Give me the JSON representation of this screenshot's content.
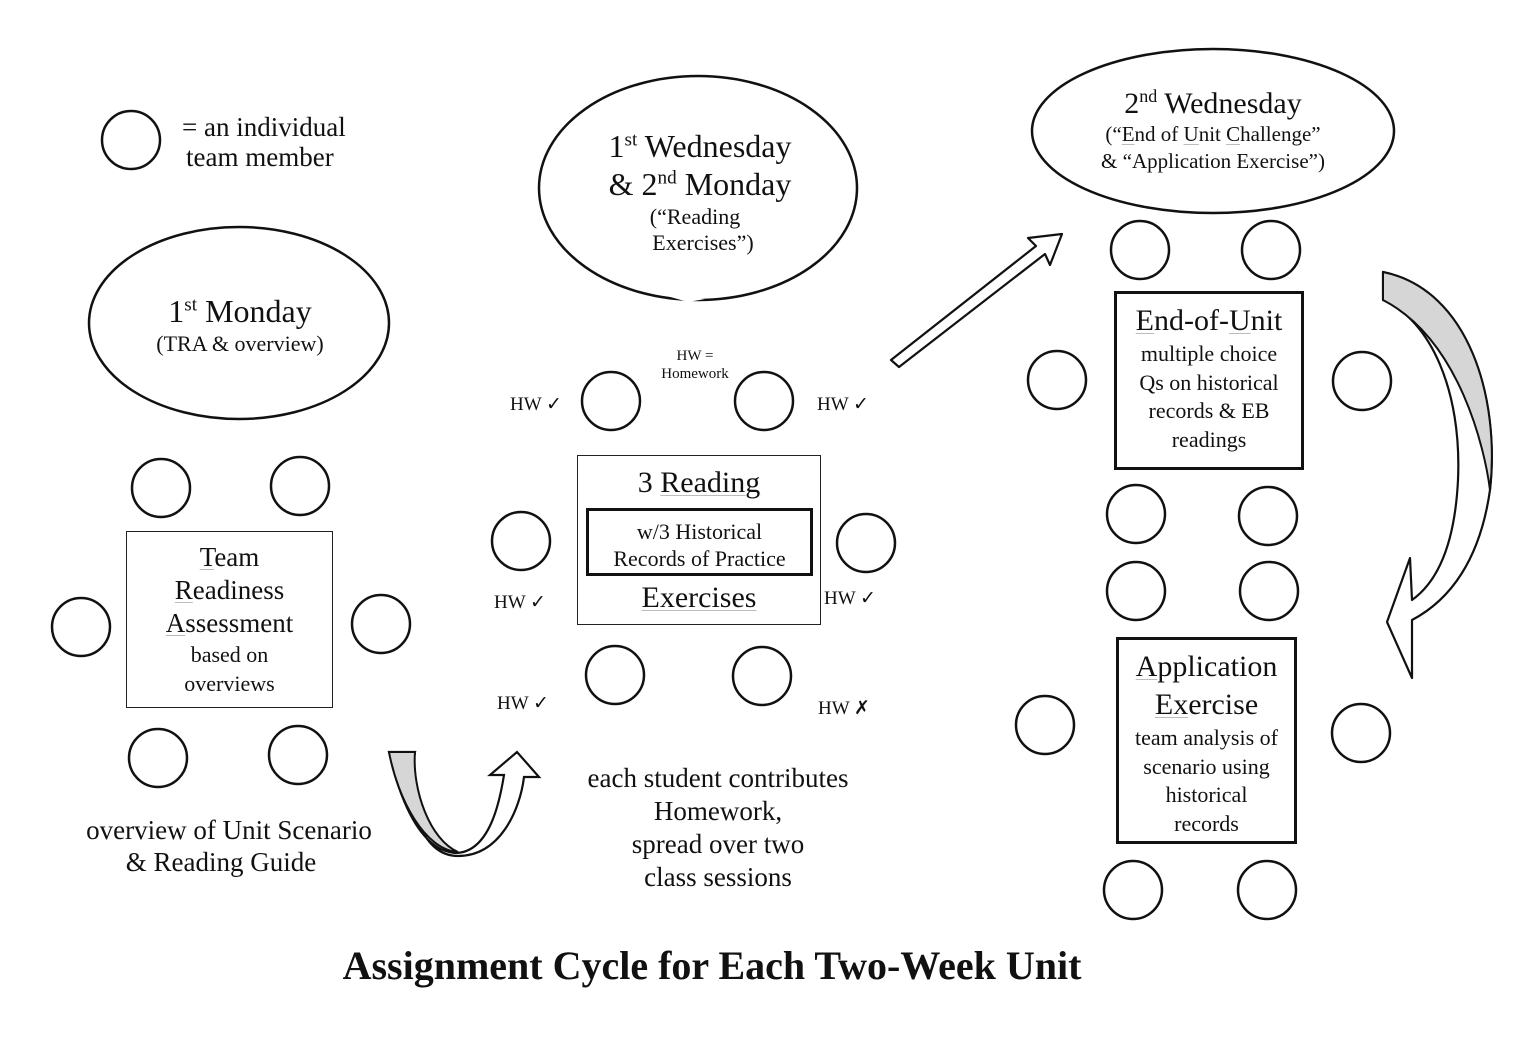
{
  "legend": {
    "text_line1": "= an individual",
    "text_line2": "team member"
  },
  "first_monday": {
    "ordinal": "1",
    "sup": "st",
    "day": "Monday",
    "subtitle": "(TRA & overview)",
    "box": {
      "line1_first": "T",
      "line1_rest": "eam",
      "line2_first": "R",
      "line2_rest": "eadiness",
      "line3_first": "A",
      "line3_rest": "ssessment",
      "line4": "based on",
      "line5": "overviews"
    },
    "caption_line1": "overview of Unit Scenario",
    "caption_line2": "& Reading Guide"
  },
  "first_wednesday": {
    "ordinal1": "1",
    "sup1": "st",
    "day1": "Wednesday",
    "amp": "& 2",
    "sup2": "nd",
    "day2": "Monday",
    "subtitle1": "(“Reading",
    "subtitle2": "Exercises”)",
    "hw_note_line1": "HW =",
    "hw_note_line2": "Homework",
    "box": {
      "title_num": "3 ",
      "title_word": "Reading",
      "inner_line1": "w/3 Historical",
      "inner_line2": "Records of Practice",
      "bottom_word": "Exercises"
    },
    "hw_marks": [
      "HW ✓",
      "HW ✓",
      "HW ✓",
      "HW ✓",
      "HW ✓",
      "HW ✗"
    ],
    "caption_line1": "each student contributes",
    "caption_line2": "Homework,",
    "caption_line3": "spread over two",
    "caption_line4": "class sessions"
  },
  "second_wednesday": {
    "ordinal": "2",
    "sup": "nd",
    "day": "Wednesday",
    "subtitle1_a": "(“",
    "subtitle1_E": "E",
    "subtitle1_b": "nd of ",
    "subtitle1_U": "U",
    "subtitle1_c": "nit ",
    "subtitle1_C": "C",
    "subtitle1_d": "hallenge”",
    "subtitle2": "& “Application Exercise”)",
    "eou_box": {
      "title_E": "E",
      "title_rest1": "nd-of-",
      "title_U": "U",
      "title_rest2": "nit",
      "line1": "multiple choice",
      "line2": "Qs on historical",
      "line3": "records & EB",
      "line4": "readings"
    },
    "app_box": {
      "title1_A": "A",
      "title1_rest": "pplication",
      "title2_a": "E",
      "title2_x": "x",
      "title2_rest": "ercise",
      "line1": "team analysis of",
      "line2": "scenario using",
      "line3": "historical",
      "line4": "records"
    }
  },
  "footer_title": "Assignment Cycle for Each Two-Week Unit",
  "colors": {
    "stroke": "#111111",
    "arrow_fill": "#d6d6d6",
    "background": "#ffffff"
  }
}
